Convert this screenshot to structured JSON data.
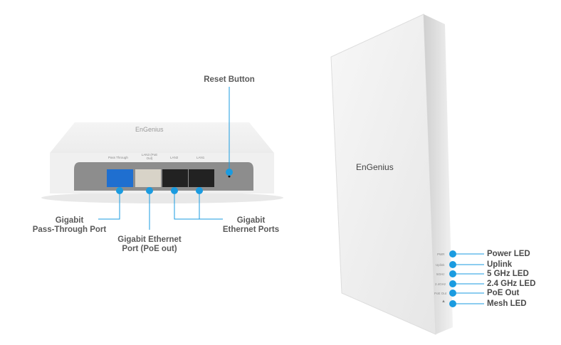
{
  "left_device": {
    "logo": "EnGenius",
    "port_labels": [
      "Pass Through",
      "LAN3 (PoE Out)",
      "LAN2",
      "LAN1"
    ],
    "callouts": {
      "reset": "Reset Button",
      "passthrough": [
        "Gigabit",
        "Pass-Through Port"
      ],
      "poe": [
        "Gigabit Ethernet",
        "Port (PoE out)"
      ],
      "ethernet": [
        "Gigabit",
        "Ethernet Ports"
      ]
    }
  },
  "right_device": {
    "logo": "EnGenius",
    "led_small_labels": [
      "PWR",
      "Uplink",
      "5GHz",
      "2.4GHz",
      "PoE Out"
    ],
    "led_callouts": [
      "Power LED",
      "Uplink",
      "5 GHz LED",
      "2.4 GHz LED",
      "PoE Out",
      "Mesh LED"
    ]
  },
  "colors": {
    "accent": "#1a9be0",
    "passthrough_port": "#1f6fd0",
    "poe_port": "#d8d3c8",
    "lan_port": "#222222"
  }
}
